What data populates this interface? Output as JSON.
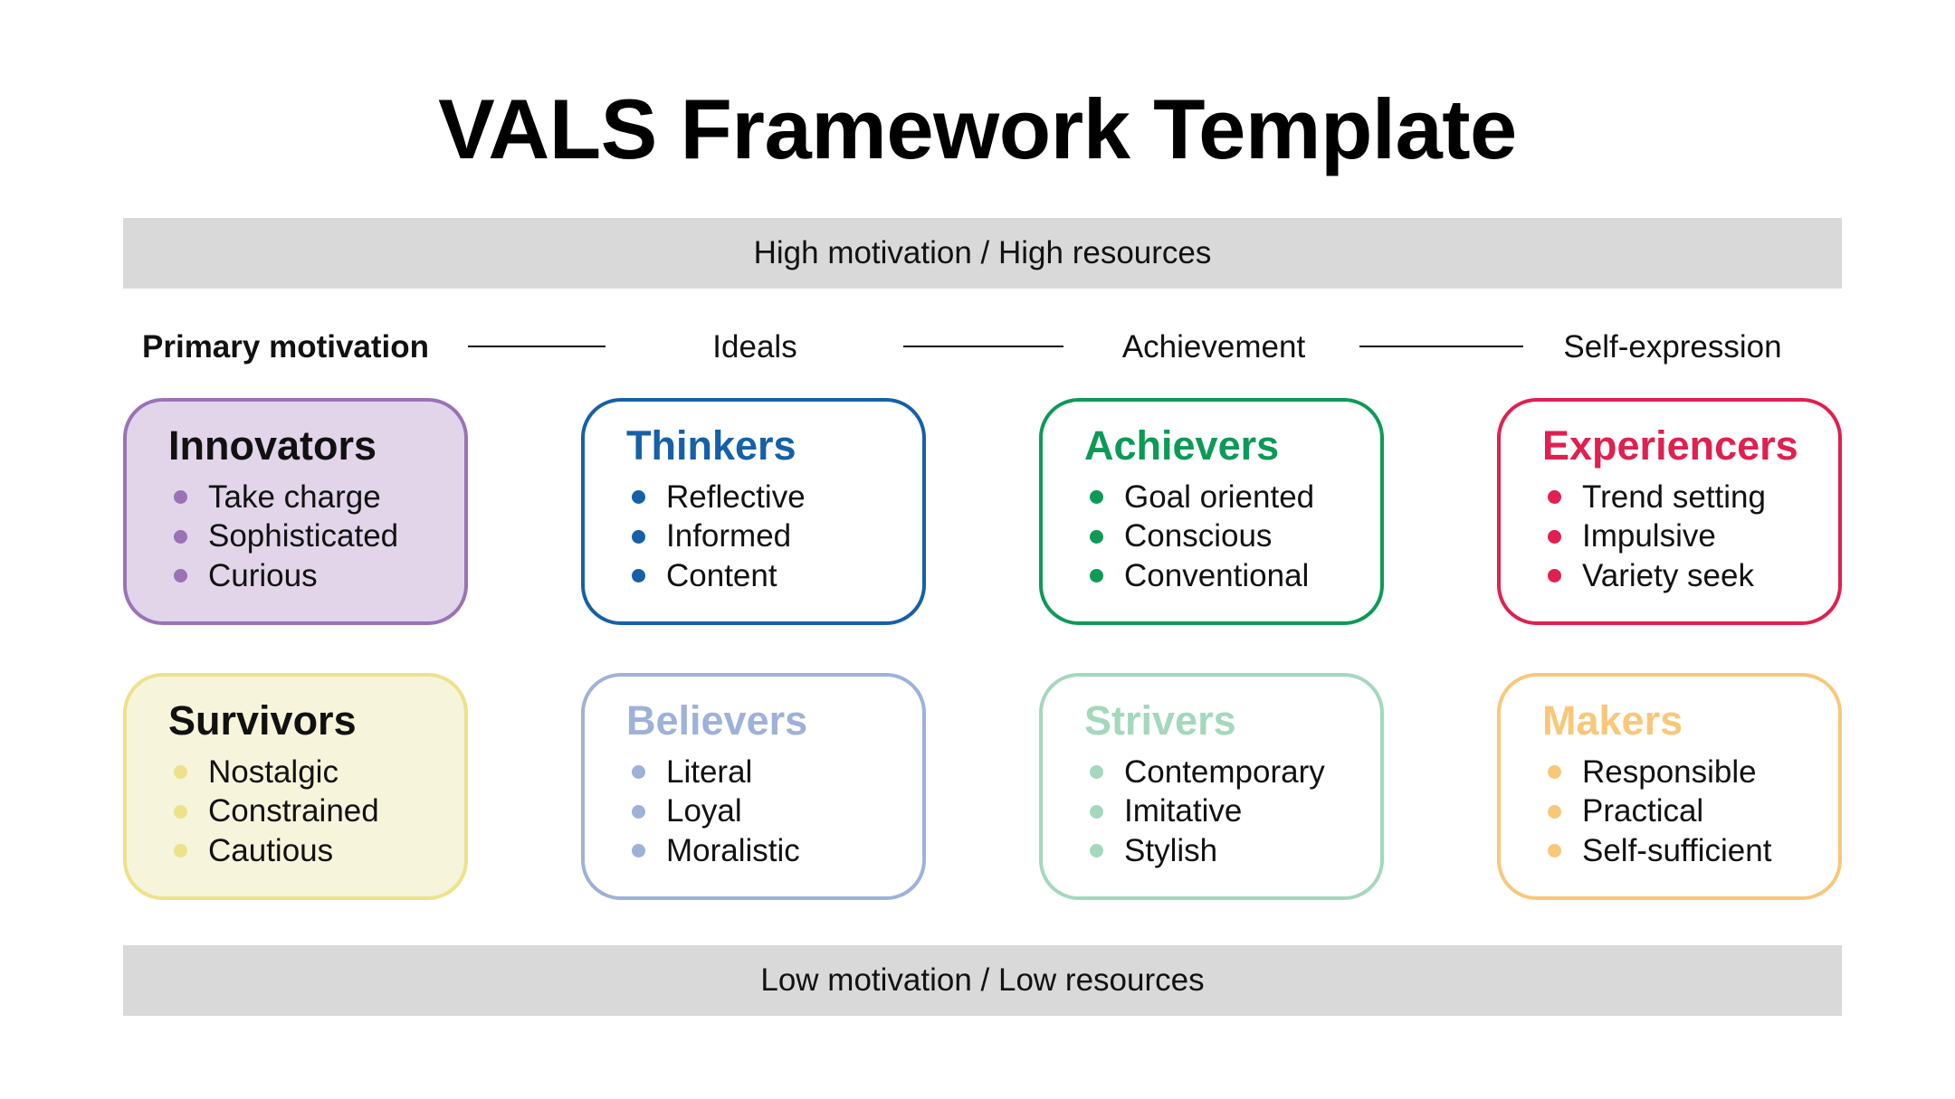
{
  "title": "VALS Framework Template",
  "top_band": "High motivation / High resources",
  "bottom_band": "Low motivation / Low resources",
  "motivation": {
    "label": "Primary motivation",
    "columns": [
      "Ideals",
      "Achievement",
      "Self-expression"
    ]
  },
  "cards": [
    {
      "title": "Innovators",
      "title_color": "#111111",
      "border_color": "#9b72b6",
      "fill_color": "#e2d5ea",
      "bullet_color": "#9b72b6",
      "items": [
        "Take charge",
        "Sophisticated",
        "Curious"
      ]
    },
    {
      "title": "Thinkers",
      "title_color": "#1660a8",
      "border_color": "#1660a8",
      "fill_color": "#ffffff",
      "bullet_color": "#1660a8",
      "items": [
        "Reflective",
        "Informed",
        "Content"
      ]
    },
    {
      "title": "Achievers",
      "title_color": "#0d9a57",
      "border_color": "#0d9a57",
      "fill_color": "#ffffff",
      "bullet_color": "#0d9a57",
      "items": [
        "Goal oriented",
        "Conscious",
        "Conventional"
      ]
    },
    {
      "title": "Experiencers",
      "title_color": "#e0204f",
      "border_color": "#e0204f",
      "fill_color": "#ffffff",
      "bullet_color": "#e0204f",
      "items": [
        "Trend setting",
        "Impulsive",
        "Variety seek"
      ]
    },
    {
      "title": "Survivors",
      "title_color": "#111111",
      "border_color": "#ede18b",
      "fill_color": "#f6f4da",
      "bullet_color": "#ede18b",
      "items": [
        "Nostalgic",
        "Constrained",
        "Cautious"
      ]
    },
    {
      "title": "Believers",
      "title_color": "#9eb1d9",
      "border_color": "#9eb1d9",
      "fill_color": "#ffffff",
      "bullet_color": "#9eb1d9",
      "items": [
        "Literal",
        "Loyal",
        "Moralistic"
      ]
    },
    {
      "title": "Strivers",
      "title_color": "#a3d8bd",
      "border_color": "#a3d8bd",
      "fill_color": "#ffffff",
      "bullet_color": "#a3d8bd",
      "items": [
        "Contemporary",
        "Imitative",
        "Stylish"
      ]
    },
    {
      "title": "Makers",
      "title_color": "#f8c77a",
      "border_color": "#f8c77a",
      "fill_color": "#ffffff",
      "bullet_color": "#f8c77a",
      "items": [
        "Responsible",
        "Practical",
        "Self-sufficient"
      ]
    }
  ]
}
